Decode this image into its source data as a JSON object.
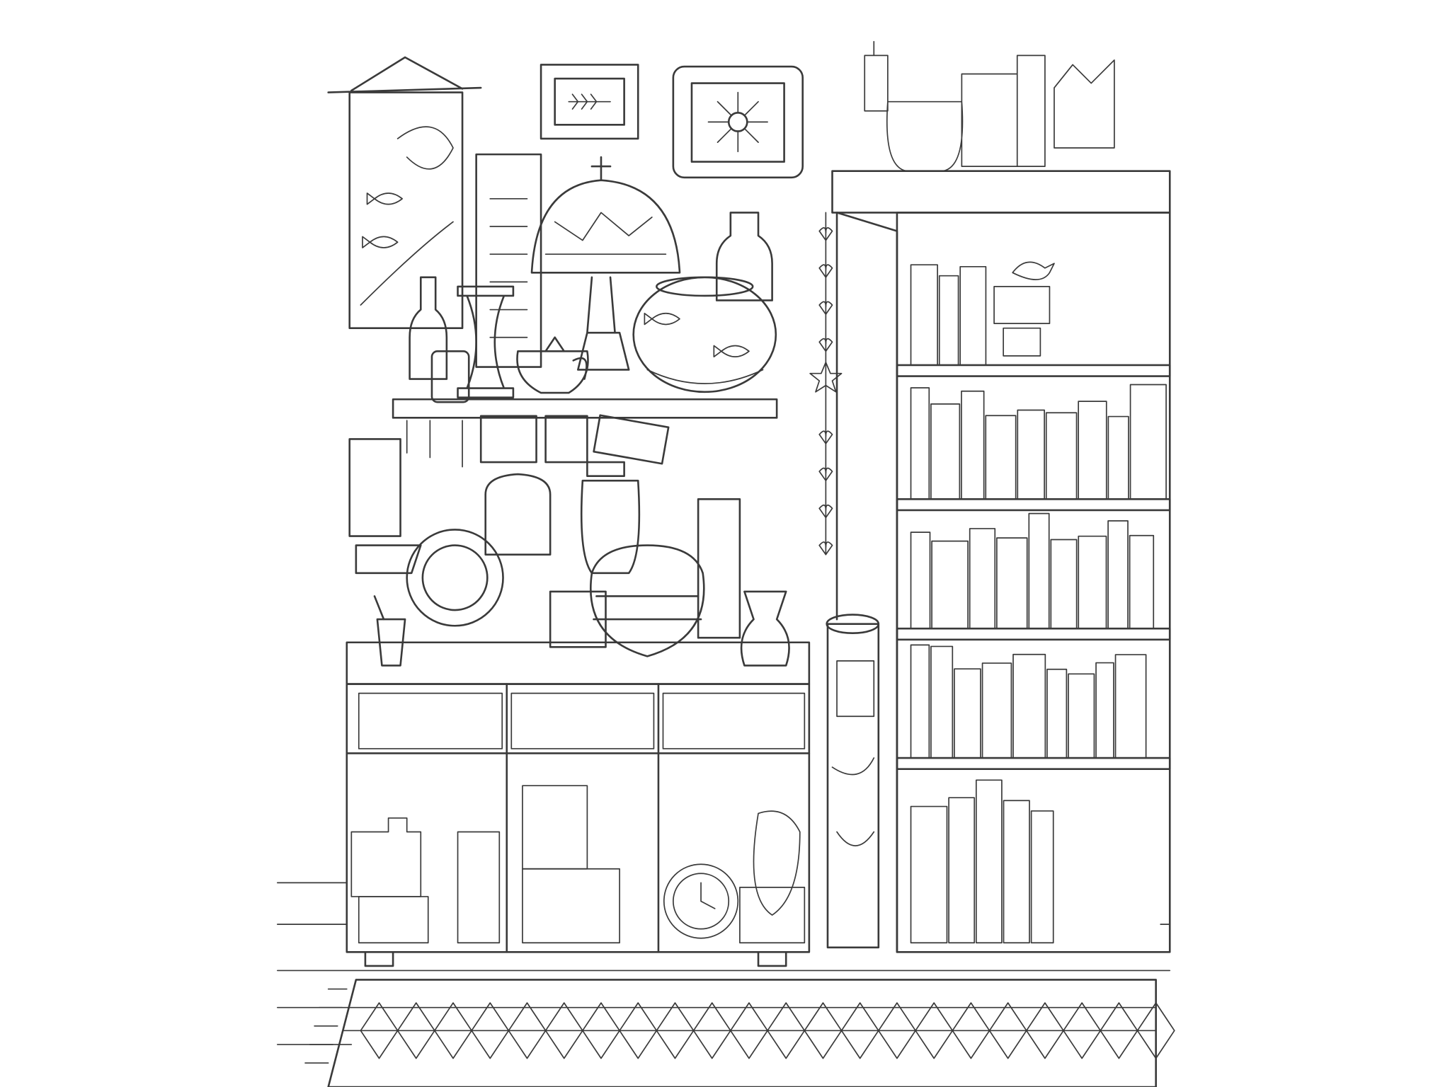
{
  "artwork": {
    "style": "line-art coloring page",
    "ink_color": "#3a3a3a",
    "paper_color": "#ffffff",
    "scene": [
      "wall-hanging",
      "framed-leaf-picture",
      "framed-flower-picture",
      "spoon-rack",
      "mosaic-lamp",
      "fishbowl",
      "hourglass",
      "teapot",
      "wall-shelf",
      "cabinet",
      "bookcase",
      "heart-garland",
      "rolled-maps",
      "rug"
    ]
  }
}
